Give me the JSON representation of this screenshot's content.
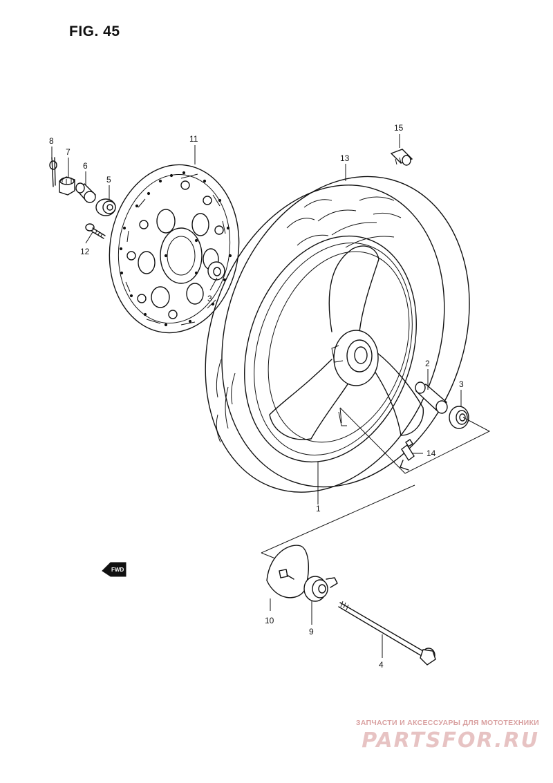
{
  "figure": {
    "title": "FIG. 45"
  },
  "fwd_arrow": {
    "label": "FWD"
  },
  "callouts": {
    "c1": "1",
    "c2": "2",
    "c3a": "3",
    "c3b": "3",
    "c4": "4",
    "c5": "5",
    "c6": "6",
    "c7": "7",
    "c8": "8",
    "c9": "9",
    "c10": "10",
    "c11": "11",
    "c12": "12",
    "c13": "13",
    "c14": "14",
    "c15": "15"
  },
  "watermark": {
    "tagline": "ЗАПЧАСТИ И АКСЕССУАРЫ ДЛЯ МОТОТЕХНИКИ",
    "logo": "PARTSFOR.RU"
  }
}
